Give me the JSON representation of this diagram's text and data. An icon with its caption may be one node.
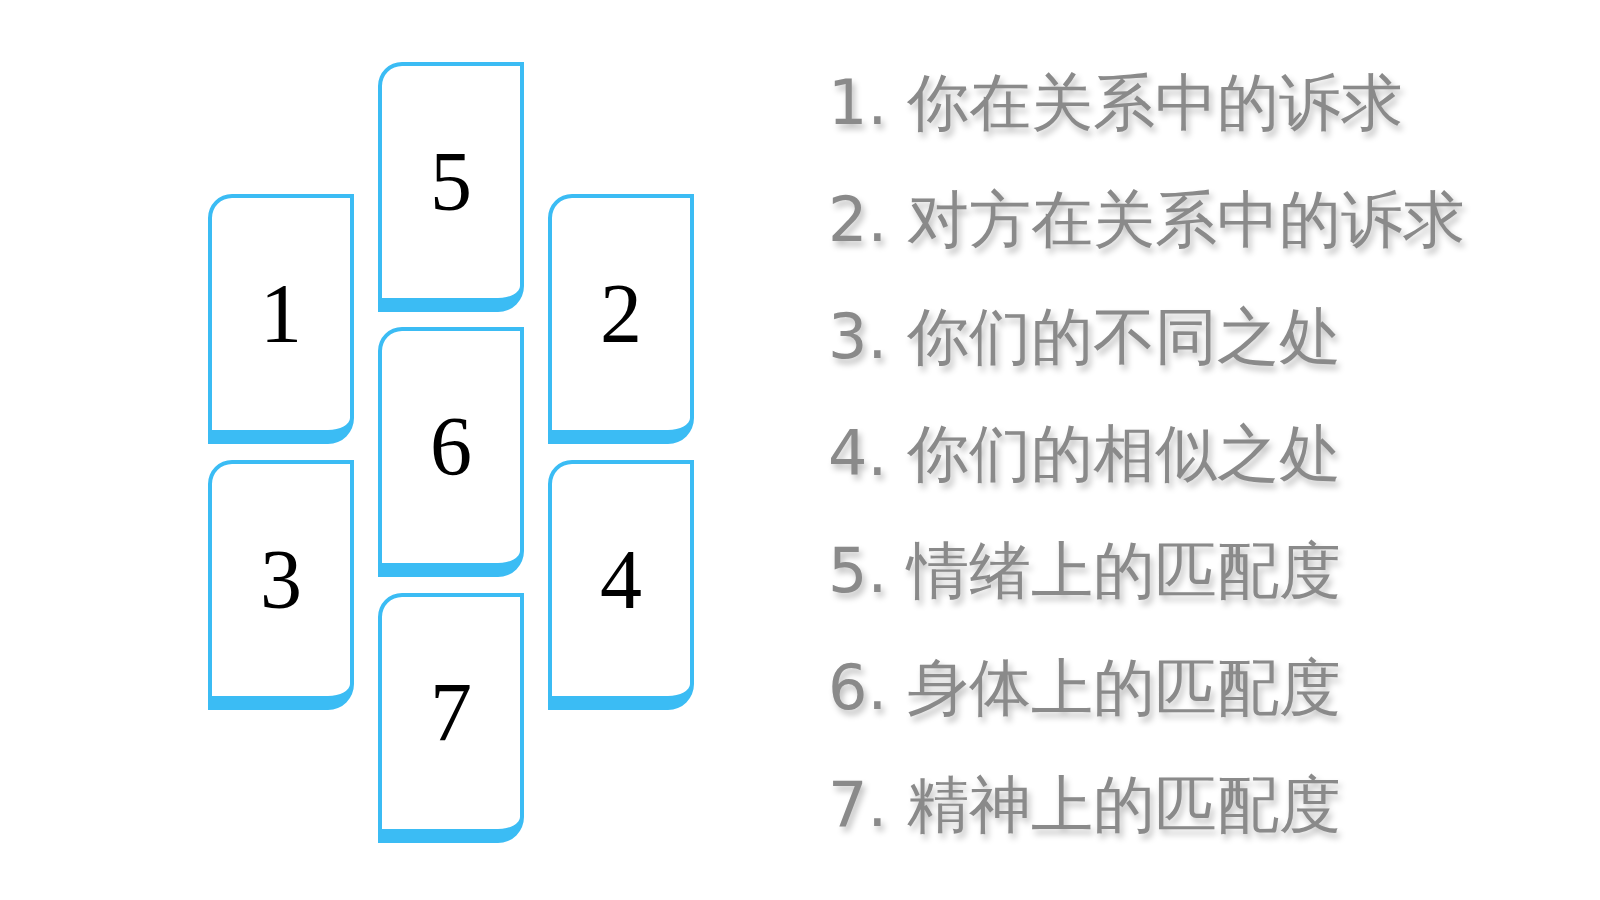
{
  "diagram": {
    "nodes": [
      {
        "text": [
          "5"
        ]
      },
      {
        "text": [
          "1"
        ]
      },
      {
        "text": [
          "2"
        ]
      },
      {
        "text": [
          "6"
        ]
      },
      {
        "text": [
          "3"
        ]
      },
      {
        "text": [
          "4"
        ]
      },
      {
        "text": [
          "7"
        ]
      }
    ],
    "labels": [
      "1. 你在关系中的诉求",
      "2. 对方在关系中的诉求",
      "3. 你们的不同之处",
      "4. 你们的相似之处",
      "5. 情绪上的匹配度",
      "6. 身体上的匹配度",
      "7. 精神上的匹配度"
    ]
  }
}
